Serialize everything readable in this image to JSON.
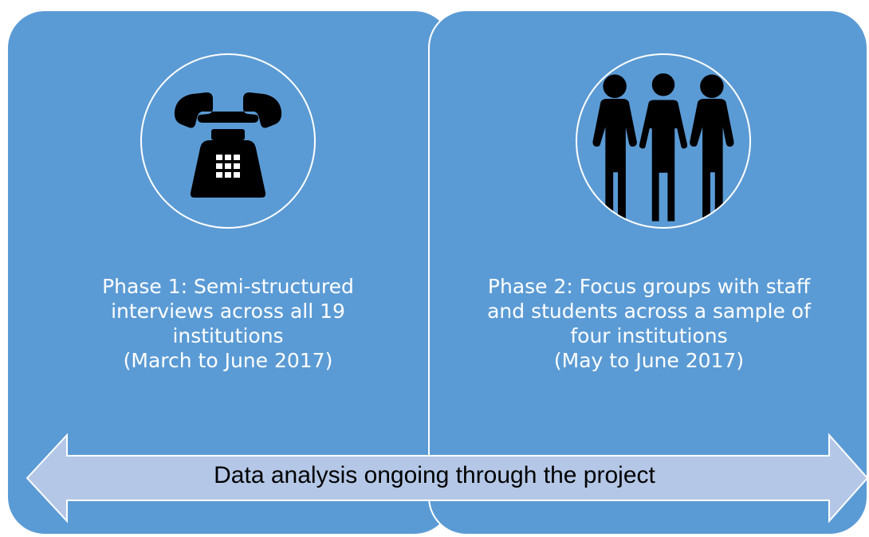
{
  "phase1": {
    "icon": "telephone-icon",
    "lines": [
      "Phase 1: Semi-structured",
      "interviews across all 19",
      "institutions",
      "(March to June 2017)"
    ]
  },
  "phase2": {
    "icon": "people-group-icon",
    "lines": [
      "Phase 2: Focus groups with staff",
      "and students across a sample of",
      "four institutions",
      "(May to June 2017)"
    ]
  },
  "arrow": {
    "label": "Data analysis ongoing through the project"
  },
  "colors": {
    "panel": "#5b9bd5",
    "arrow_fill": "#b4c7e7",
    "icon": "#000000",
    "text": "#ffffff"
  }
}
